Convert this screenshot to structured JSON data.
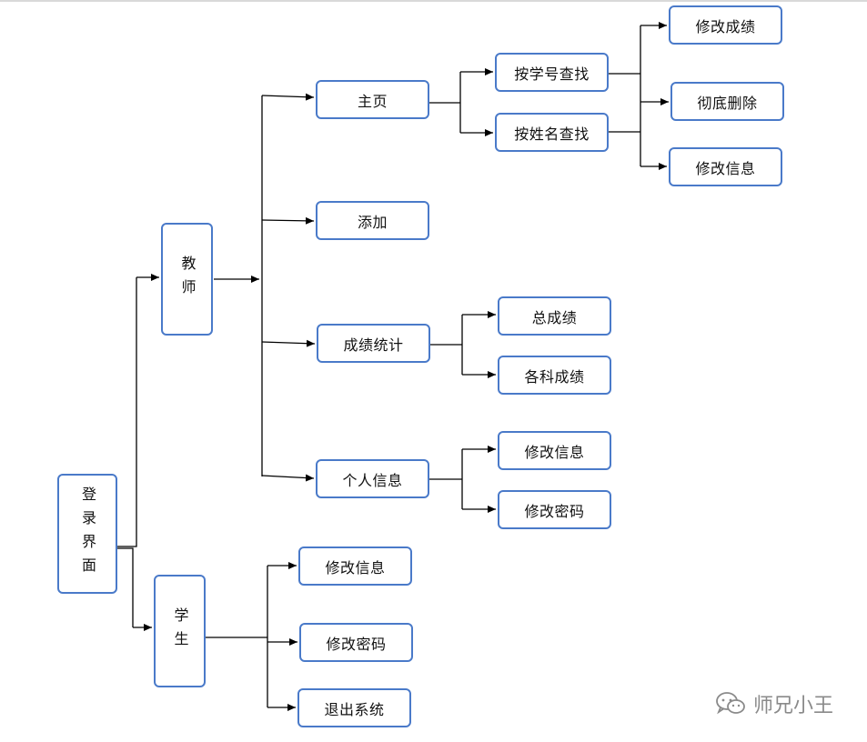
{
  "nodes": {
    "login": "登录界面",
    "teacher": "教师",
    "student": "学生",
    "home": "主页",
    "add": "添加",
    "grade_stats": "成绩统计",
    "personal_info": "个人信息",
    "search_by_id": "按学号查找",
    "search_by_name": "按姓名查找",
    "modify_grade": "修改成绩",
    "delete": "彻底删除",
    "modify_info_search": "修改信息",
    "total_grade": "总成绩",
    "subject_grade": "各科成绩",
    "teacher_modify_info": "修改信息",
    "teacher_modify_password": "修改密码",
    "student_modify_info": "修改信息",
    "student_modify_password": "修改密码",
    "logout": "退出系统"
  },
  "watermark": {
    "text": "师兄小王",
    "icon": "wechat-icon"
  },
  "colors": {
    "box_border": "#4a7ac9",
    "connector": "#000000",
    "watermark": "#8a8a8a"
  }
}
